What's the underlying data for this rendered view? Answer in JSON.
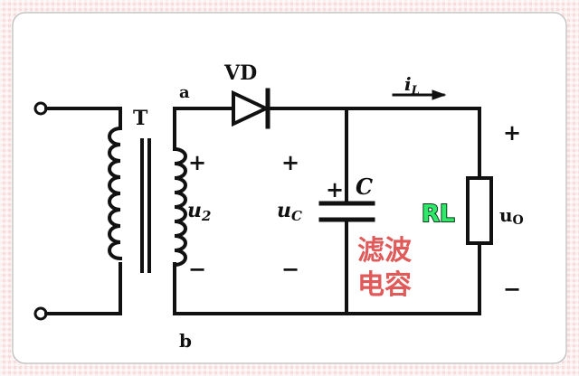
{
  "components": {
    "transformer": {
      "label": "T"
    },
    "diode": {
      "label": "VD"
    },
    "capacitor": {
      "label": "C",
      "polarity": "+"
    },
    "resistor": {
      "label": "RL",
      "label_color": "#2ee86a"
    }
  },
  "nodes": {
    "top": "a",
    "bottom": "b"
  },
  "current": {
    "label_main": "i",
    "label_sub": "L"
  },
  "voltages": {
    "u2": {
      "main": "u",
      "sub": "2",
      "plus": "+",
      "minus": "−"
    },
    "uc": {
      "main": "u",
      "sub": "C",
      "plus": "+",
      "minus": "−"
    },
    "uo": {
      "main": "u",
      "sub": "O",
      "plus": "+",
      "minus": "−"
    }
  },
  "annotation": {
    "line1": "滤波",
    "line2": "电容",
    "color": "#e05a5a"
  }
}
